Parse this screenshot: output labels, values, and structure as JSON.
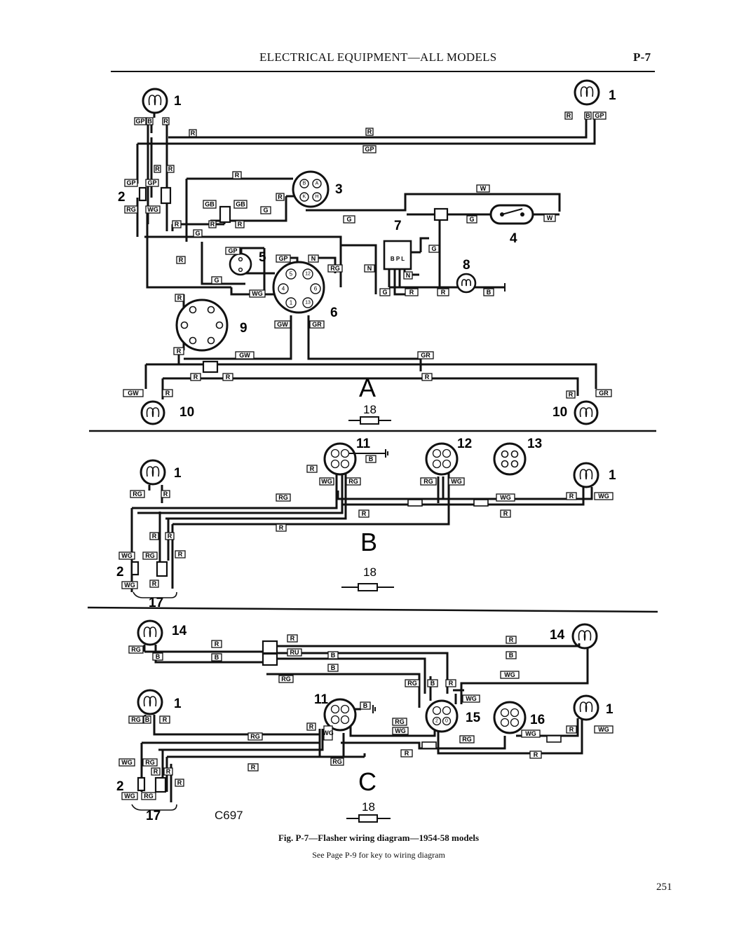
{
  "header": {
    "title": "ELECTRICAL EQUIPMENT—ALL MODELS",
    "page_label": "P-7"
  },
  "figure": {
    "caption": "Fig. P-7—Flasher wiring diagram—1954-58 models",
    "sub_caption": "See Page P-9 for key to wiring diagram",
    "code": "C697"
  },
  "page_number": "251",
  "sections": [
    {
      "id": "A",
      "label": "A",
      "scale_label": "18"
    },
    {
      "id": "B",
      "label": "B",
      "scale_label": "18"
    },
    {
      "id": "C",
      "label": "C",
      "scale_label": "18"
    }
  ],
  "component_numbers": {
    "n1": "1",
    "n2": "2",
    "n3": "3",
    "n4": "4",
    "n5": "5",
    "n6": "6",
    "n7": "7",
    "n8": "8",
    "n9": "9",
    "n10": "10",
    "n11": "11",
    "n12": "12",
    "n13": "13",
    "n14": "14",
    "n15": "15",
    "n16": "16",
    "n17": "17"
  },
  "pins": {
    "p5": "5",
    "p12": "12",
    "p4": "4",
    "p6": "6",
    "p1": "1",
    "p13": "13",
    "pB": "B",
    "pA": "A",
    "pK": "K",
    "pH": "H",
    "p2": "2",
    "p0": "0",
    "pBPL": "B P L"
  },
  "wire_codes": {
    "R": "R",
    "B": "B",
    "GP": "GP",
    "G": "G",
    "GB": "GB",
    "W": "W",
    "N": "N",
    "RG": "RG",
    "WG": "WG",
    "GW": "GW",
    "GR": "GR",
    "RU": "RU"
  }
}
